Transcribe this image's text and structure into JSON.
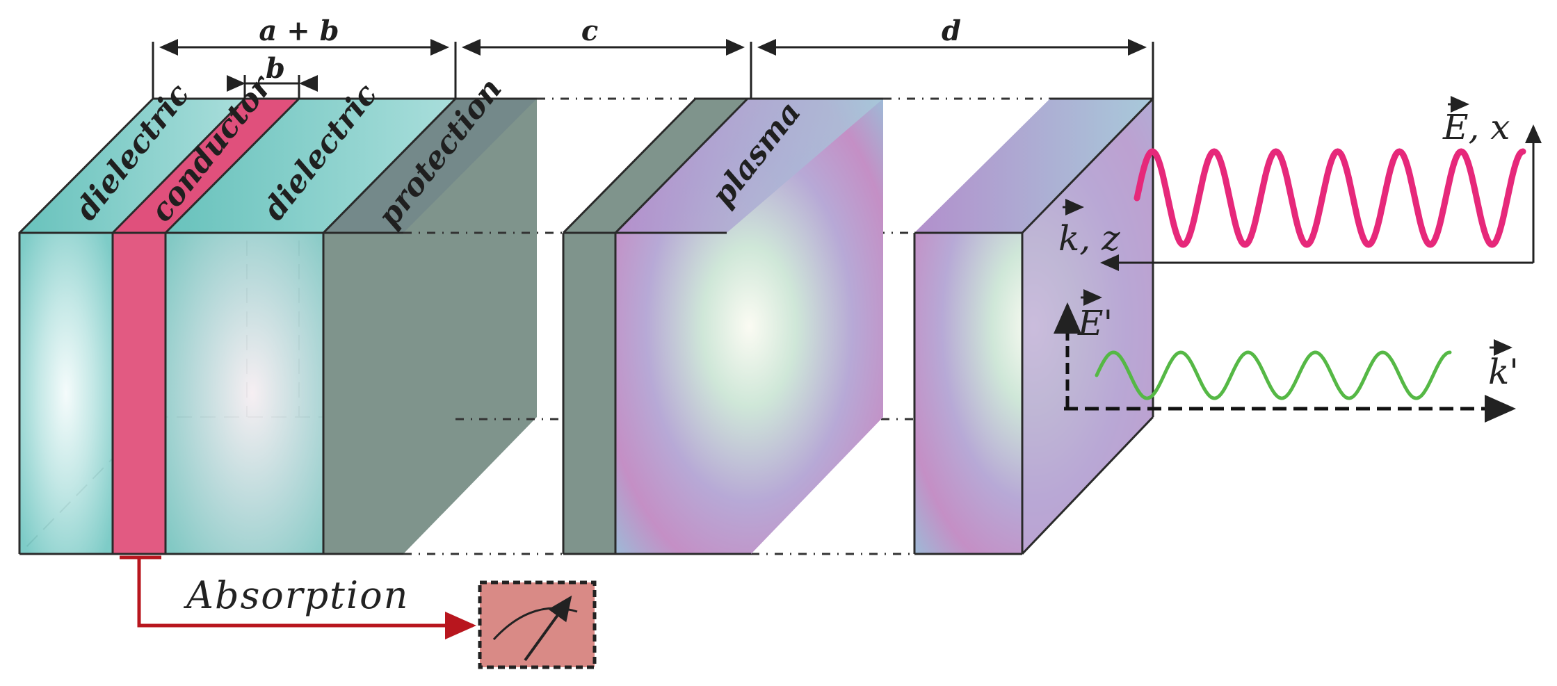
{
  "labels": {
    "dielectric_left": "dielectric",
    "conductor": "conductor",
    "dielectric_right": "dielectric",
    "protection": "protection",
    "plasma": "plasma"
  },
  "dimensions": {
    "a_plus_b": "a + b",
    "b": "b",
    "c": "c",
    "d": "d"
  },
  "vectors": {
    "incident_field": "E, x",
    "incident_wave": "k, z",
    "reflected_field": "E'",
    "reflected_wave": "k'"
  },
  "absorption": {
    "label": "Absorption"
  },
  "colors": {
    "dielectric": "#8fd3cf",
    "conductor": "#e0507c",
    "protection": "#7f948c",
    "plasma_center": "#f3f6ea",
    "plasma_ring": "#b48ac4",
    "incident_wave": "#e6287a",
    "reflected_wave": "#55b845",
    "absorption_arrow": "#b8161e",
    "meter_box": "#d98a86"
  }
}
